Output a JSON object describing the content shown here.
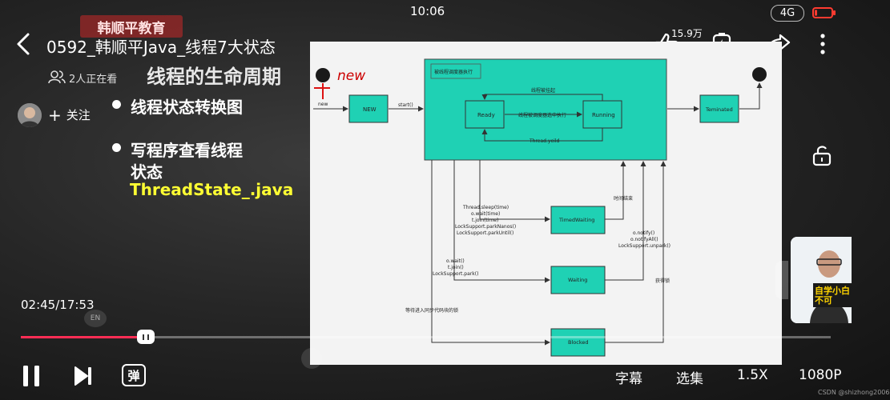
{
  "status_bar": {
    "time": "10:06",
    "network": "4G"
  },
  "header": {
    "video_title": "0592_韩顺平Java_线程7大状态",
    "watching": "2人正在看",
    "follow_label": "关注",
    "like_count": "15.9万"
  },
  "lecture": {
    "watermark": "韩顺平教育",
    "section_title": "线程的生命周期",
    "bullets": [
      "线程状态转换图",
      "写程序查看线程",
      "状态"
    ],
    "highlight_file": "ThreadState_.java"
  },
  "diagram": {
    "handwriting": "new",
    "container_label": "被线程调度器执行",
    "states": {
      "new": "NEW",
      "ready": "Ready",
      "running": "Running",
      "terminated": "Teminated",
      "timed_waiting": "TimedWaiting",
      "waiting": "Waiting",
      "blocked": "Blocked"
    },
    "edges": {
      "new": "new",
      "start": "start()",
      "ready_to_running": "线程被调度器选中执行",
      "running_to_ready_top": "线程被挂起",
      "yield": "Thread.yeild",
      "timeout": "时间结束",
      "got_lock": "获得锁",
      "enter_sync": "等待进入同步代码块的锁"
    },
    "timed_calls": [
      "Thread.sleep(time)",
      "o.wait(time)",
      "t.join(time)",
      "LockSupport.parkNanos()",
      "LockSupport.parkUntil()"
    ],
    "wait_calls": [
      "o.wait()",
      "t.join()",
      "LockSupport.park()"
    ],
    "notify_calls": [
      "o.notify()",
      "o.notifyAll()",
      "LockSupport.unpark()"
    ]
  },
  "player": {
    "elapsed": "02:45",
    "total": "17:53",
    "progress": 0.154,
    "subtitle_label": "字幕",
    "episodes_label": "选集",
    "speed": "1.5X",
    "quality": "1080P",
    "en_badge": "EN",
    "danmaku_glyph": "弹"
  },
  "pip": {
    "caption": "自学小白不可"
  },
  "credit": "CSDN @shizhong2006",
  "colors": {
    "accent": "#ff2d55",
    "state_fill": "#1fd1b4",
    "title_yellow": "#ffff33"
  }
}
